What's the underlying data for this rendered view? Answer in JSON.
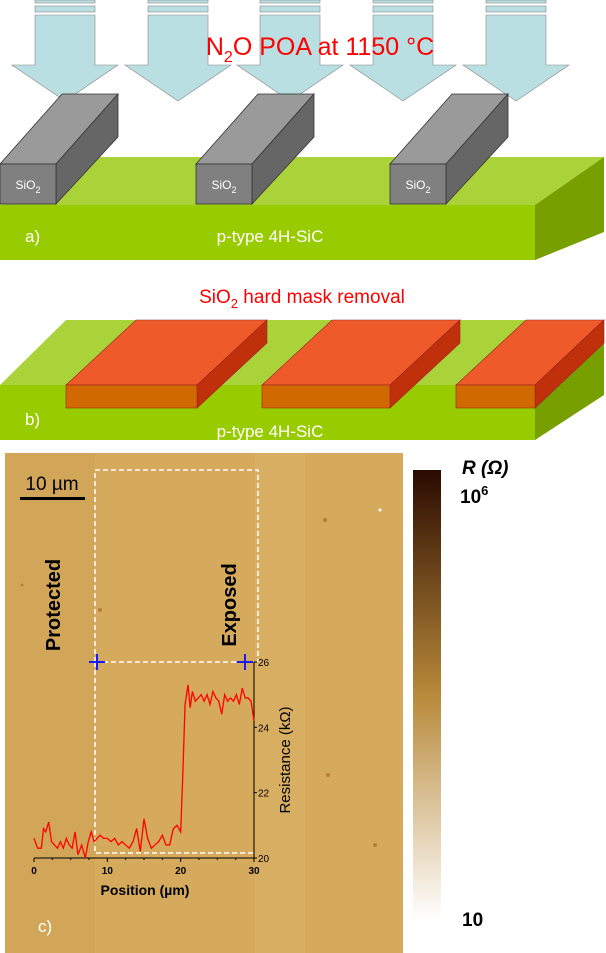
{
  "panel_a": {
    "process_label": "N",
    "process_label_sub": "2",
    "process_label_rest": "O POA at 1150 °C",
    "oxide_label": "SiO",
    "oxide_sub": "2",
    "substrate_label": "p-type 4H-SiC",
    "panel_letter": "a)"
  },
  "panel_b": {
    "step_label": "SiO",
    "step_label_sub": "2",
    "step_label_rest": " hard mask removal",
    "substrate_label": "p-type 4H-SiC",
    "panel_letter": "b)"
  },
  "panel_c": {
    "panel_letter": "c)",
    "scale_bar": "10 µm",
    "region_left": "Protected",
    "region_right": "Exposed",
    "colorbar": {
      "title": "R (Ω)",
      "max_label": "10",
      "max_exp": "6",
      "min_label": "10",
      "top_color": "#2a0a00",
      "mid_color": "#b88a3a",
      "bottom_color": "#ffffff"
    }
  },
  "colors": {
    "substrate": "#99cc00",
    "oxide": "#808080",
    "arrow": "#b9dfe3",
    "contact": "#ee5a2a",
    "accent_red": "#ff0000"
  },
  "chart_data": {
    "type": "line",
    "xlabel": "Position (µm)",
    "ylabel": "Resistance (kΩ)",
    "xlim": [
      0,
      30
    ],
    "ylim": [
      20,
      26
    ],
    "xticks": [
      0,
      10,
      20,
      30
    ],
    "yticks": [
      20,
      22,
      24,
      26
    ],
    "series": [
      {
        "name": "profile",
        "color": "#ff0000",
        "x": [
          0,
          0.5,
          1,
          1.3,
          1.6,
          2,
          2.4,
          2.8,
          3.2,
          3.6,
          4,
          4.4,
          4.8,
          5.2,
          5.6,
          6,
          6.5,
          7,
          7.4,
          7.8,
          8.2,
          8.6,
          9,
          9.5,
          10,
          10.5,
          11,
          11.5,
          12,
          12.5,
          13,
          13.5,
          14,
          14.5,
          15,
          15.5,
          16,
          16.5,
          17,
          17.5,
          18,
          18.5,
          19,
          19.5,
          20,
          20.3,
          20.6,
          21,
          21.3,
          21.6,
          22,
          22.4,
          22.8,
          23.2,
          23.6,
          24,
          24.4,
          24.8,
          25.2,
          25.6,
          26,
          26.4,
          26.8,
          27.2,
          27.6,
          28,
          28.4,
          28.8,
          29.2,
          29.6,
          30
        ],
        "y": [
          20.6,
          20.3,
          20.3,
          20.9,
          20.8,
          21.1,
          20.5,
          20.4,
          20.3,
          20.5,
          20.3,
          20.6,
          20.4,
          20.3,
          20.8,
          20.1,
          20.4,
          20.0,
          20.5,
          20.8,
          20.5,
          20.6,
          20.7,
          20.6,
          20.6,
          20.5,
          20.6,
          20.4,
          20.5,
          20.4,
          20.3,
          20.5,
          20.9,
          20.2,
          21.2,
          20.6,
          20.3,
          20.4,
          20.5,
          20.7,
          20.4,
          20.4,
          20.9,
          21.0,
          20.8,
          22.6,
          24.7,
          25.3,
          24.6,
          25.1,
          24.8,
          24.9,
          25.0,
          24.8,
          25.0,
          24.7,
          25.1,
          24.9,
          24.8,
          24.4,
          25.0,
          24.8,
          24.9,
          24.8,
          25.0,
          24.7,
          25.2,
          24.9,
          24.9,
          24.8,
          24.2
        ]
      }
    ]
  }
}
